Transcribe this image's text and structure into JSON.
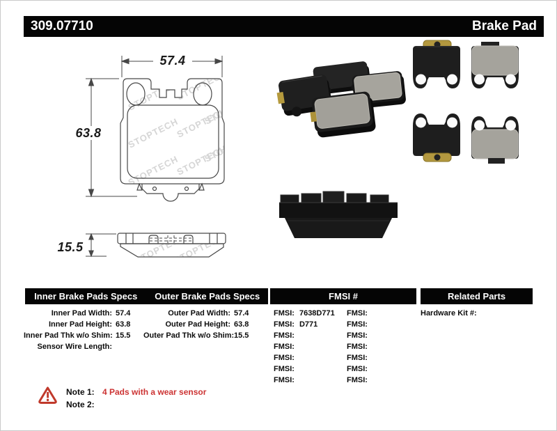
{
  "header": {
    "part_number": "309.07710",
    "title": "Brake Pad"
  },
  "diagram": {
    "width": "57.4",
    "height": "63.8",
    "thickness": "15.5",
    "watermark": "STOPTECH"
  },
  "specs_inner": {
    "title": "Inner Brake Pads Specs",
    "rows": [
      {
        "label": "Inner Pad Width:",
        "value": "57.4"
      },
      {
        "label": "Inner Pad Height:",
        "value": "63.8"
      },
      {
        "label": "Inner Pad Thk w/o Shim:",
        "value": "15.5"
      },
      {
        "label": "Sensor Wire Length:",
        "value": ""
      }
    ]
  },
  "specs_outer": {
    "title": "Outer Brake Pads Specs",
    "rows": [
      {
        "label": "Outer Pad Width:",
        "value": "57.4"
      },
      {
        "label": "Outer Pad Height:",
        "value": "63.8"
      },
      {
        "label": "Outer Pad Thk w/o Shim:",
        "value": "15.5"
      }
    ]
  },
  "fmsi": {
    "title": "FMSI #",
    "col1": [
      {
        "label": "FMSI:",
        "value": "7638D771"
      },
      {
        "label": "FMSI:",
        "value": "D771"
      },
      {
        "label": "FMSI:",
        "value": ""
      },
      {
        "label": "FMSI:",
        "value": ""
      },
      {
        "label": "FMSI:",
        "value": ""
      },
      {
        "label": "FMSI:",
        "value": ""
      },
      {
        "label": "FMSI:",
        "value": ""
      }
    ],
    "col2": [
      {
        "label": "FMSI:",
        "value": ""
      },
      {
        "label": "FMSI:",
        "value": ""
      },
      {
        "label": "FMSI:",
        "value": ""
      },
      {
        "label": "FMSI:",
        "value": ""
      },
      {
        "label": "FMSI:",
        "value": ""
      },
      {
        "label": "FMSI:",
        "value": ""
      },
      {
        "label": "FMSI:",
        "value": ""
      }
    ]
  },
  "related": {
    "title": "Related Parts",
    "rows": [
      {
        "label": "Hardware Kit #:",
        "value": ""
      }
    ]
  },
  "notes": {
    "note1_label": "Note 1:",
    "note1_text": "4 Pads with a wear sensor",
    "note2_label": "Note 2:",
    "note2_text": ""
  },
  "colors": {
    "note_red": "#cc3333",
    "bar_black": "#050505"
  }
}
